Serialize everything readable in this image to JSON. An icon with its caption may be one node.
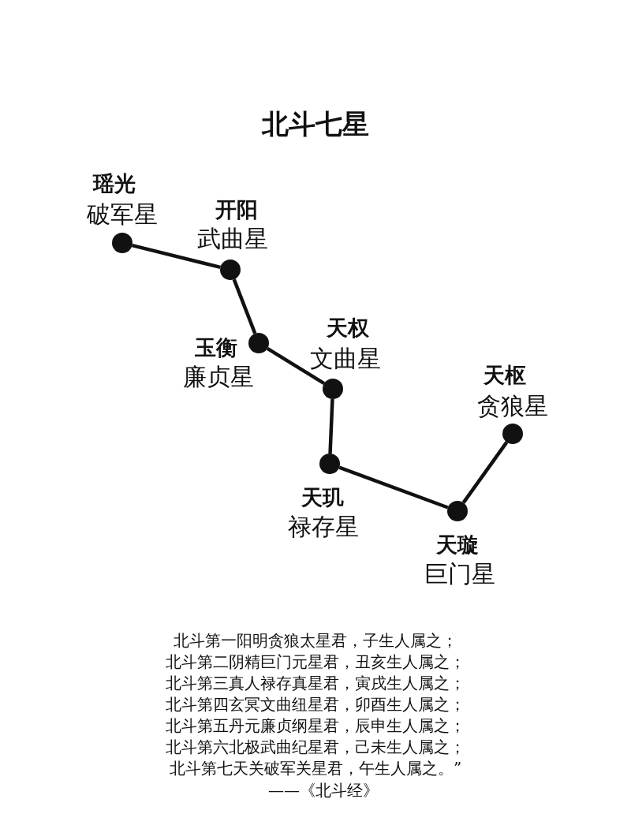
{
  "diagram": {
    "title": "北斗七星",
    "nodes": [
      {
        "text": [],
        "shape": "circle",
        "beside": [
          "瑶光",
          "破军星"
        ]
      },
      {
        "text": [],
        "shape": "circle",
        "beside": [
          "开阳",
          "武曲星"
        ]
      },
      {
        "text": [],
        "shape": "circle",
        "beside": [
          "玉衡",
          "廉贞星"
        ]
      },
      {
        "text": [],
        "shape": "circle",
        "beside": [
          "天权",
          "文曲星"
        ]
      },
      {
        "text": [],
        "shape": "circle",
        "beside": [
          "天玑",
          "禄存星"
        ]
      },
      {
        "text": [],
        "shape": "circle",
        "beside": [
          "天璇",
          "巨门星"
        ]
      },
      {
        "text": [],
        "shape": "circle",
        "beside": [
          "天枢",
          "贪狼星"
        ]
      }
    ],
    "edges": [
      {
        "from": 0,
        "to": 1,
        "arrow": "none"
      },
      {
        "from": 1,
        "to": 2,
        "arrow": "none"
      },
      {
        "from": 2,
        "to": 3,
        "arrow": "none"
      },
      {
        "from": 3,
        "to": 4,
        "arrow": "none"
      },
      {
        "from": 4,
        "to": 5,
        "arrow": "none"
      },
      {
        "from": 5,
        "to": 6,
        "arrow": "none"
      }
    ],
    "labels": [
      "北斗第一阳明贪狼太星君，子生人属之；",
      "北斗第二阴精巨门元星君，丑亥生人属之；",
      "北斗第三真人禄存真星君，寅戌生人属之；",
      "北斗第四玄冥文曲纽星君，卯酉生人属之；",
      "北斗第五丹元廉贞纲星君，辰申生人属之；",
      "北斗第六北极武曲纪星君，己未生人属之；",
      "北斗第七天关破军关星君，午生人属之。”",
      "——《北斗经》"
    ]
  }
}
